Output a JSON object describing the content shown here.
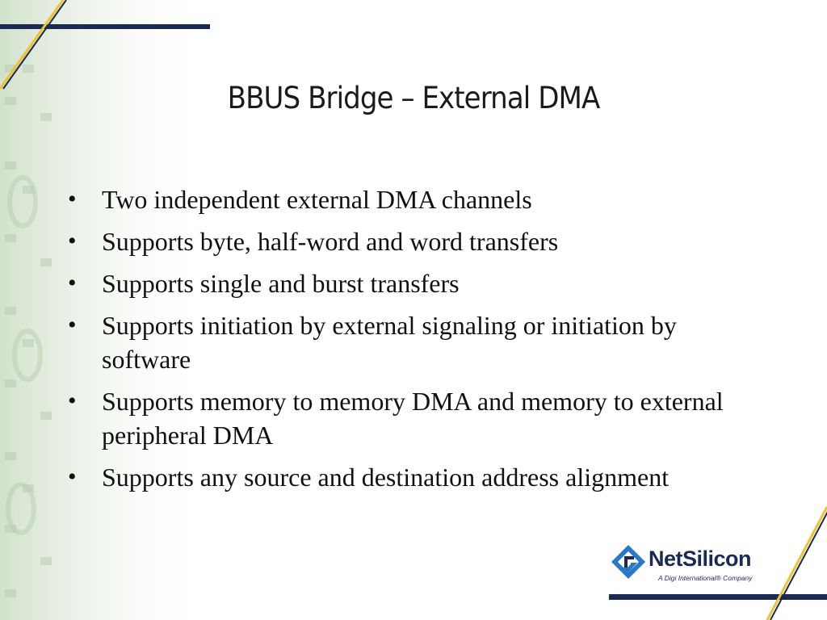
{
  "slide": {
    "title": "BBUS Bridge – External DMA",
    "bullets": [
      "Two independent external DMA channels",
      "Supports byte, half-word and word transfers",
      "Supports single and burst transfers",
      "Supports initiation by external signaling or initiation by software",
      "Supports memory to memory DMA and memory to external peripheral DMA",
      "Supports any source and destination address alignment"
    ]
  },
  "logo": {
    "name": "NetSilicon",
    "tagline": "A Digi International® Company"
  },
  "colors": {
    "accent_yellow": "#f2c12e",
    "navy": "#1b2a55",
    "logo_blue": "#2a78c8",
    "deco_green": "#c9dcc2"
  }
}
